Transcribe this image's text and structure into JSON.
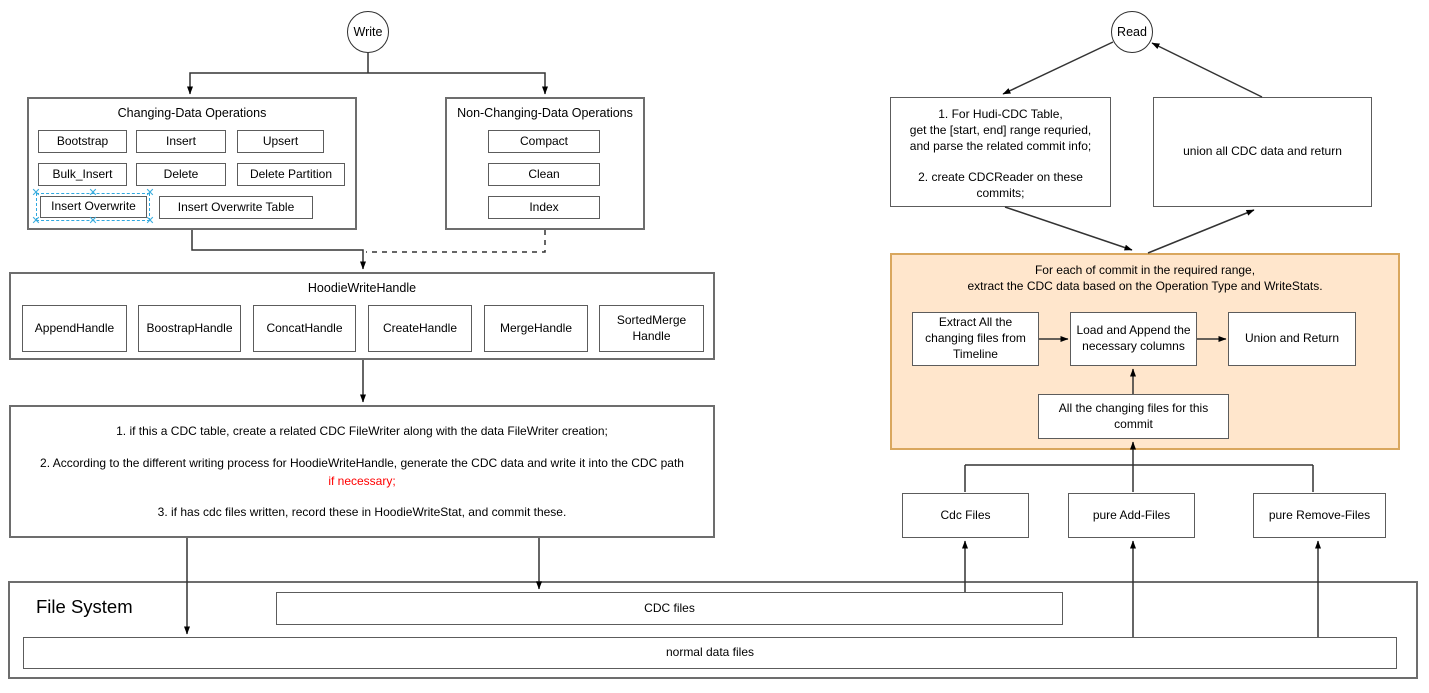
{
  "canvas": {
    "write": {
      "start_label": "Write",
      "changing_ops": {
        "title": "Changing-Data Operations",
        "items": [
          "Bootstrap",
          "Insert",
          "Upsert",
          "Bulk_Insert",
          "Delete",
          "Delete Partition",
          "Insert  Overwrite",
          "Insert  Overwrite Table"
        ]
      },
      "non_changing_ops": {
        "title": "Non-Changing-Data Operations",
        "items": [
          "Compact",
          "Clean",
          "Index"
        ]
      },
      "write_handle": {
        "title": "HoodieWriteHandle",
        "items": [
          "AppendHandle",
          "BoostrapHandle",
          "ConcatHandle",
          "CreateHandle",
          "MergeHandle",
          "SortedMerge\nHandle"
        ]
      },
      "steps": {
        "step1": "1. if this a CDC table, create a related CDC FileWriter along with the data FileWriter creation;",
        "step2_prefix": "2. According to the different writing process for HoodieWriteHandle, generate the CDC data and write it into the CDC path ",
        "step2_highlight": "if necessary;",
        "step3": "3. if has cdc files written, record these in HoodieWriteStat, and commit these."
      }
    },
    "read": {
      "start_label": "Read",
      "plan_box": "1. For Hudi-CDC Table,\nget the [start, end] range requried,\nand parse the related commit info;\n\n2. create CDCReader on these\ncommits;",
      "union_box": "union all CDC data and return",
      "per_commit": {
        "title": "For each of commit in the required range,\nextract the CDC data based on the Operation Type and WriteStats.",
        "extract_box": "Extract All the\nchanging files from\nTimeline",
        "load_box": "Load and Append the\nnecessary columns",
        "union_return_box": "Union and Return",
        "changing_files_box": "All the changing files for this\ncommit"
      },
      "file_groups": [
        "Cdc Files",
        "pure Add-Files",
        "pure Remove-Files"
      ]
    },
    "file_system": {
      "title": "File System",
      "cdc_files": "CDC files",
      "normal_files": "normal data files"
    },
    "selection": {
      "handle_glyph": "✕"
    },
    "colors": {
      "highlight_text": "#ff0000",
      "orange_fill": "#ffe6cc",
      "orange_stroke": "#d9a75e",
      "selection_blue": "#2fa8e0",
      "box_stroke": "#5c5c5c"
    }
  }
}
